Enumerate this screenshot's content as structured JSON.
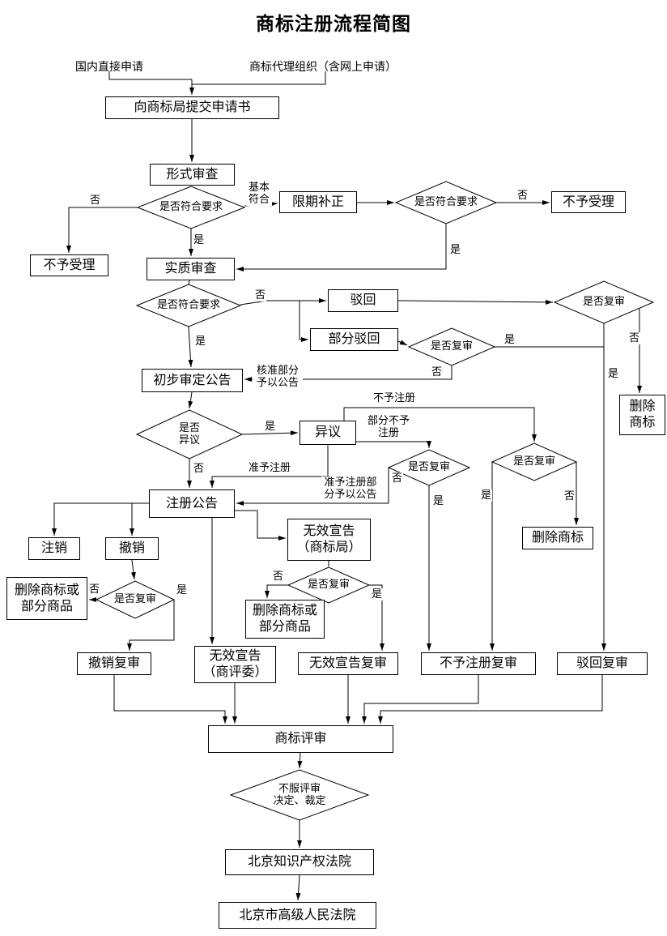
{
  "title": "商标注册流程简图",
  "sources": {
    "domestic": "国内直接申请",
    "agency": "商标代理组织（含网上申请）"
  },
  "boxes": {
    "submit": "向商标局提交申请书",
    "formal": "形式审查",
    "correction": "限期补正",
    "not_accept_right": "不予受理",
    "not_accept_left": "不予受理",
    "substantive": "实质审查",
    "reject": "驳回",
    "partial_reject": "部分驳回",
    "delete_tm_right": "删除\n商标",
    "preliminary": "初步审定公告",
    "opposition": "异议",
    "register": "注册公告",
    "cancel": "注销",
    "revoke": "撤销",
    "invalid_office": "无效宣告\n（商标局）",
    "delete_tm_mid": "删除商标",
    "delete_partial_left": "删除商标或\n部分商品",
    "delete_partial_mid": "删除商标或\n部分商品",
    "revoke_review": "撤销复审",
    "invalid_board": "无效宣告\n（商评委）",
    "invalid_review": "无效宣告复审",
    "no_reg_review": "不予注册复审",
    "reject_review": "驳回复审",
    "tm_review": "商标评审",
    "court_ip": "北京知识产权法院",
    "court_high": "北京市高级人民法院"
  },
  "diamonds": {
    "formal_check": "是否符合要求",
    "correction_check": "是否符合要求",
    "substantive_check": "是否符合要求",
    "reject_review_check": "是否复审",
    "partial_review_check": "是否复审",
    "opposition_check": "是否\n异议",
    "op_partial_check": "是否复审",
    "no_reg_check": "是否复审",
    "revoke_check": "是否复审",
    "invalid_check": "是否复审",
    "dissatisfied_check": "不服评审\n决定、裁定"
  },
  "edge_labels": {
    "formal_no": "否",
    "formal_basic": "基本\n符合",
    "formal_yes": "是",
    "correction_no": "否",
    "correction_yes": "是",
    "substantive_no": "否",
    "substantive_yes": "是",
    "reject_review_no": "否",
    "reject_review_yes": "是",
    "partial_review_yes": "是",
    "partial_review_no": "否",
    "approved_announce": "核准部分\n予以公告",
    "opposition_yes": "是",
    "opposition_no": "否",
    "no_register": "不予注册",
    "partial_no_register": "部分不予\n注册",
    "approve_register": "准予注册",
    "approve_partial_announce": "准予注册部\n分予以公告",
    "op_partial_no": "否",
    "op_partial_yes": "是",
    "no_reg_yes": "是",
    "no_reg_no": "否",
    "revoke_no": "否",
    "revoke_yes": "是",
    "invalid_no": "否",
    "invalid_yes": "是"
  }
}
